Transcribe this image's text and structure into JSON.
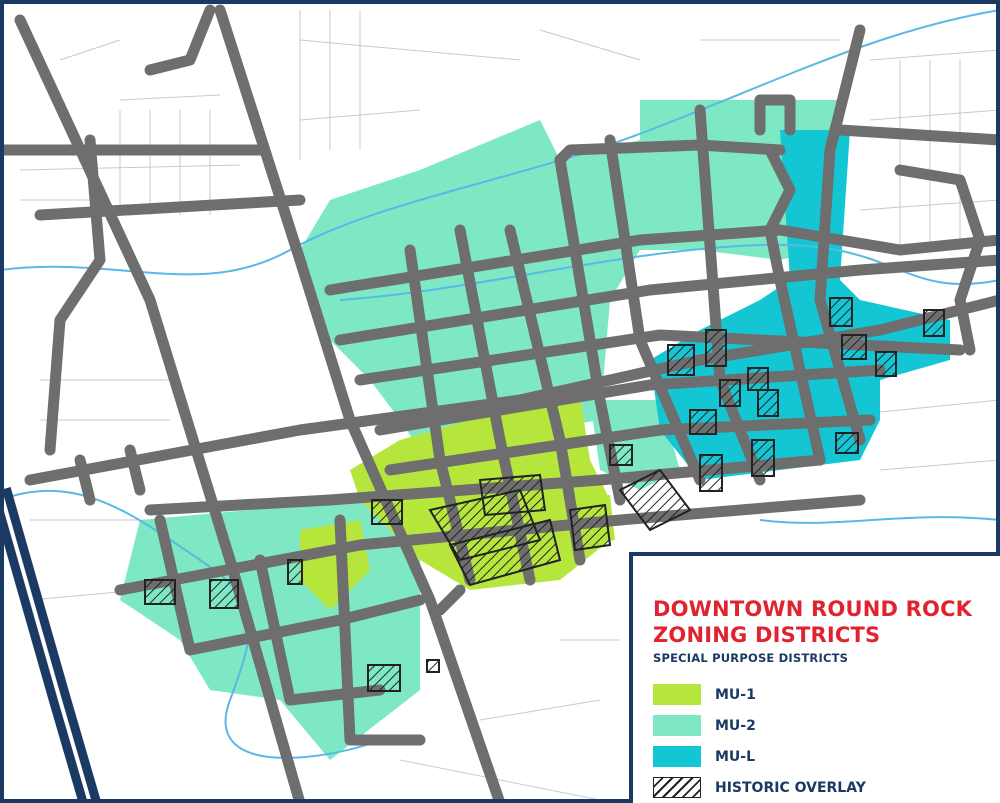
{
  "legend": {
    "title_line1": "DOWNTOWN ROUND ROCK",
    "title_line2": "ZONING DISTRICTS",
    "subtitle": "SPECIAL PURPOSE DISTRICTS",
    "items": [
      {
        "label": "MU-1",
        "color": "#b6e63c",
        "pattern": "solid"
      },
      {
        "label": "MU-2",
        "color": "#7ee8c4",
        "pattern": "solid"
      },
      {
        "label": "MU-L",
        "color": "#14c6d3",
        "pattern": "solid"
      },
      {
        "label": "HISTORIC OVERLAY",
        "color": "#222222",
        "pattern": "hatch"
      }
    ]
  },
  "map": {
    "colors": {
      "border": "#1b3a63",
      "road": "#6e6e6e",
      "highway": "#1b3a63",
      "creek": "#5ab8e6",
      "parcel_line": "#c9c9c9",
      "mu1": "#b6e63c",
      "mu2": "#7ee8c4",
      "mul": "#14c6d3",
      "hatch": "#222222"
    }
  }
}
